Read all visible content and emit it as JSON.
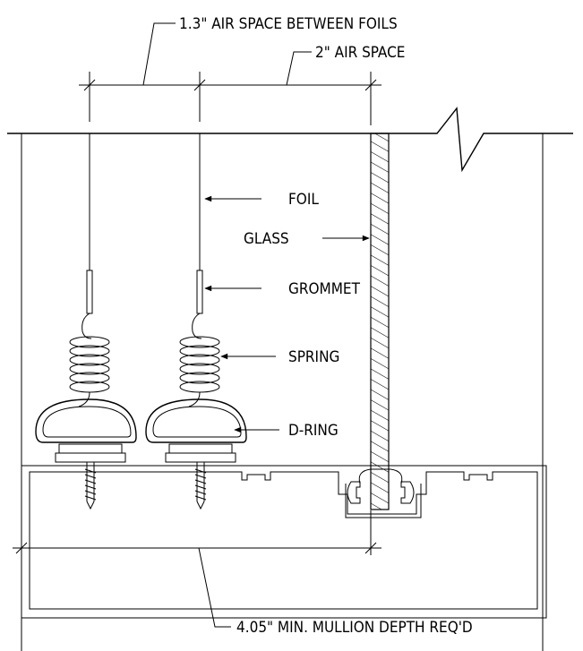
{
  "labels": {
    "air_space_between_foils": "1.3\" AIR SPACE BETWEEN FOILS",
    "air_space": "2\" AIR SPACE",
    "foil": "FOIL",
    "glass": "GLASS",
    "grommet": "GROMMET",
    "spring": "SPRING",
    "d_ring": "D-RING",
    "mullion_depth": "4.05\" MIN. MULLION DEPTH REQ'D"
  }
}
